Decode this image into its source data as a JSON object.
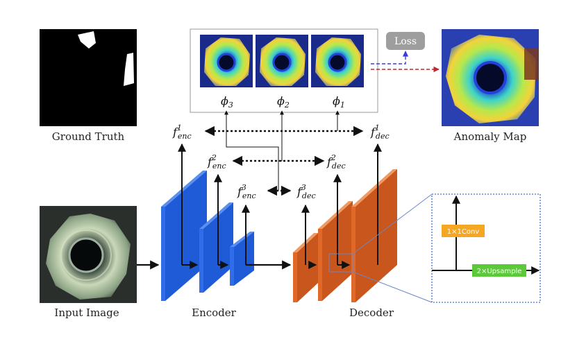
{
  "labels": {
    "ground_truth": "Ground Truth",
    "anomaly_map": "Anomaly Map",
    "input_image": "Input Image",
    "encoder": "Encoder",
    "decoder": "Decoder",
    "loss": "Loss"
  },
  "features": {
    "phi3_base": "ϕ",
    "phi3_sub": "3",
    "phi2_base": "ϕ",
    "phi2_sub": "2",
    "phi1_base": "ϕ",
    "phi1_sub": "1",
    "f_base": "f",
    "enc": "enc",
    "dec": "dec",
    "sup1": "1",
    "sup2": "2",
    "sup3": "3"
  },
  "block": {
    "conv": "1×1Conv",
    "upsample": "2×Upsample"
  },
  "colors": {
    "encoder": "#2f6ee8",
    "decoder": "#e0692a",
    "loss_box": "#9e9e9e",
    "conv_box": "#f5a623",
    "upsample_box": "#5cc93a",
    "dotted_frame": "#3a6fd8",
    "blue_arrow": "#3b3bd9",
    "red_arrow": "#c0282d"
  }
}
